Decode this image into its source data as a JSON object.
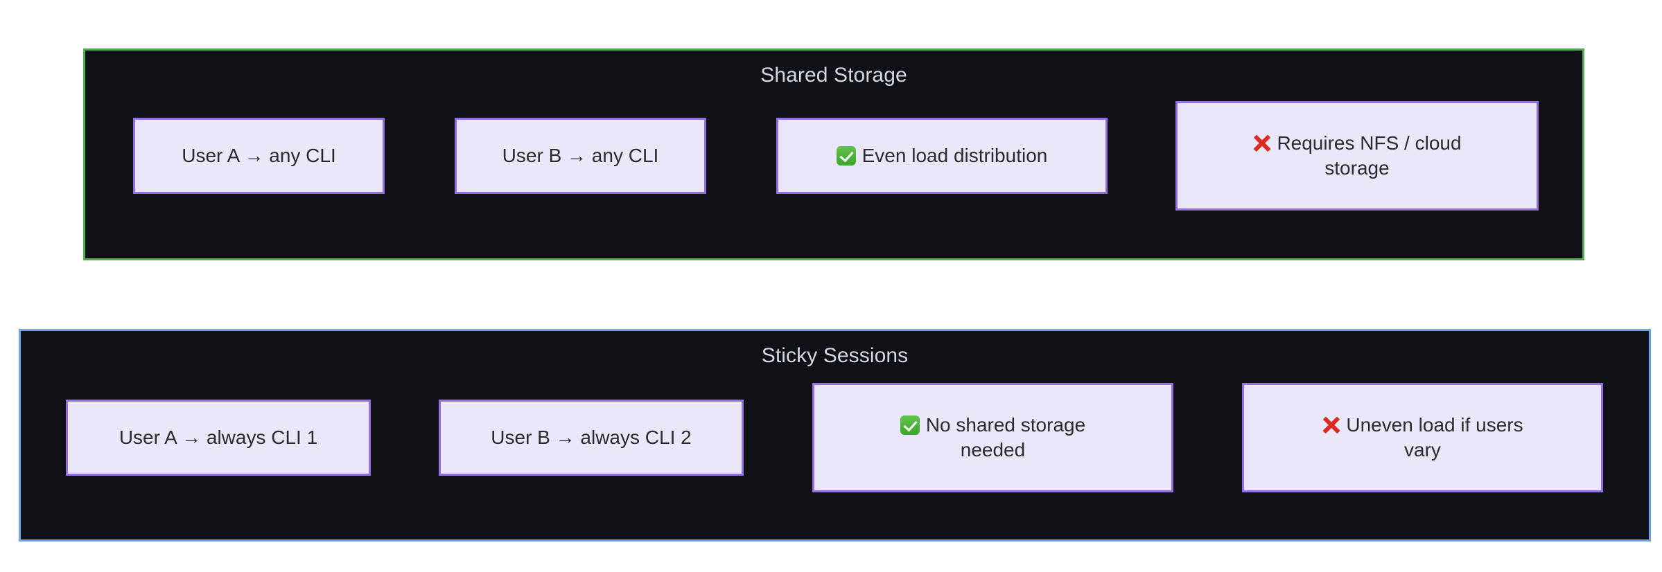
{
  "diagram": {
    "type": "mermaid-subgraph-comparison",
    "background": "#ffffff",
    "node_fill": "#eae7fb",
    "node_border": "#9670e0",
    "node_text_color": "#2b2b2b",
    "container_fill": "#0f1116",
    "title_color": "#d3d8e3"
  },
  "groups": [
    {
      "id": "shared-storage",
      "title": "Shared Storage",
      "border_color": "#4caf50",
      "nodes": [
        {
          "id": "user-a-any-cli",
          "text": "User A → any CLI",
          "icon": "none"
        },
        {
          "id": "user-b-any-cli",
          "text": "User B → any CLI",
          "icon": "none"
        },
        {
          "id": "even-load-distribution",
          "text": "Even load distribution",
          "icon": "check-mark-button"
        },
        {
          "id": "requires-nfs-cloud-storage",
          "line1": "Requires NFS / cloud",
          "line2": "storage",
          "icon": "cross-mark"
        }
      ]
    },
    {
      "id": "sticky-sessions",
      "title": "Sticky Sessions",
      "border_color": "#6ca6f0",
      "nodes": [
        {
          "id": "user-a-always-cli-1",
          "text": "User A → always CLI 1",
          "icon": "none"
        },
        {
          "id": "user-b-always-cli-2",
          "text": "User B → always CLI 2",
          "icon": "none"
        },
        {
          "id": "no-shared-storage-needed",
          "line1": "No shared storage",
          "line2": "needed",
          "icon": "check-mark-button"
        },
        {
          "id": "uneven-load-if-users-vary",
          "line1": "Uneven load if users",
          "line2": "vary",
          "icon": "cross-mark"
        }
      ]
    }
  ]
}
